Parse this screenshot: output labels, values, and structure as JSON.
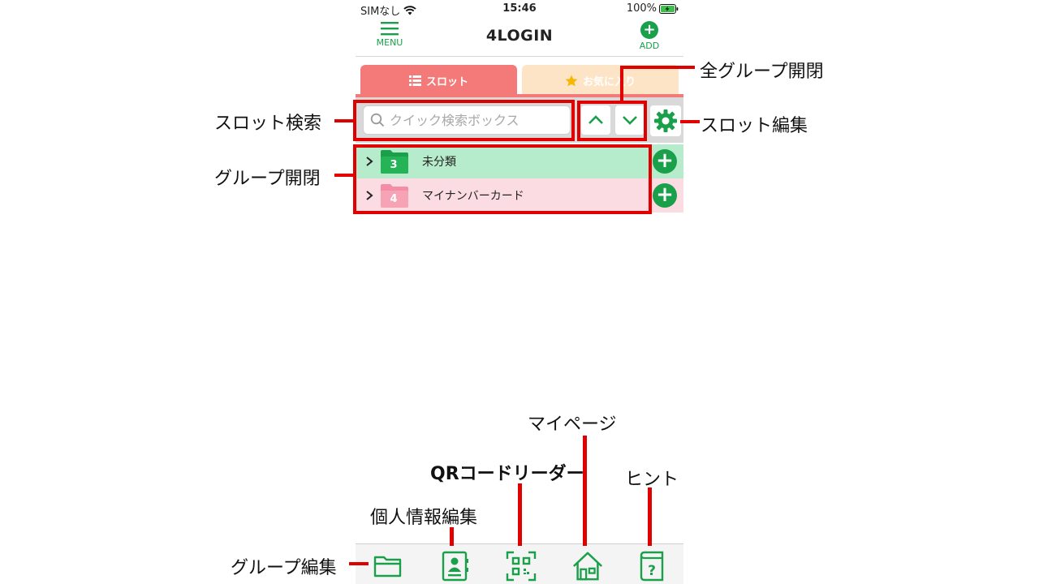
{
  "status_bar": {
    "carrier": "SIMなし",
    "time": "15:46",
    "battery": "100%"
  },
  "nav": {
    "menu_label": "MENU",
    "logo": "4LOGIN",
    "add_label": "ADD"
  },
  "tabs": [
    {
      "label": "スロット",
      "active": true
    },
    {
      "label": "お気に入り",
      "active": false
    }
  ],
  "search": {
    "placeholder": "クイック検索ボックス"
  },
  "groups": [
    {
      "count": "3",
      "name": "未分類",
      "color": "#1aa04a"
    },
    {
      "count": "4",
      "name": "マイナンバーカード",
      "color": "#f48ea6"
    }
  ],
  "bottom_bar": [
    {
      "icon": "folder-icon"
    },
    {
      "icon": "contact-card-icon"
    },
    {
      "icon": "qr-code-icon"
    },
    {
      "icon": "home-icon"
    },
    {
      "icon": "help-book-icon"
    }
  ],
  "annotations": {
    "slot_search": "スロット検索",
    "group_toggle": "グループ開閉",
    "all_group_toggle": "全グループ開閉",
    "slot_edit": "スロット編集",
    "mypage": "マイページ",
    "qr_reader": "QRコードリーダー",
    "hint": "ヒント",
    "profile_edit": "個人情報編集",
    "group_edit": "グループ編集"
  },
  "colors": {
    "accent_green": "#1aa04a",
    "tab_active": "#f47a7a",
    "tab_inactive": "#fde4c6",
    "callout_red": "#e00000"
  }
}
